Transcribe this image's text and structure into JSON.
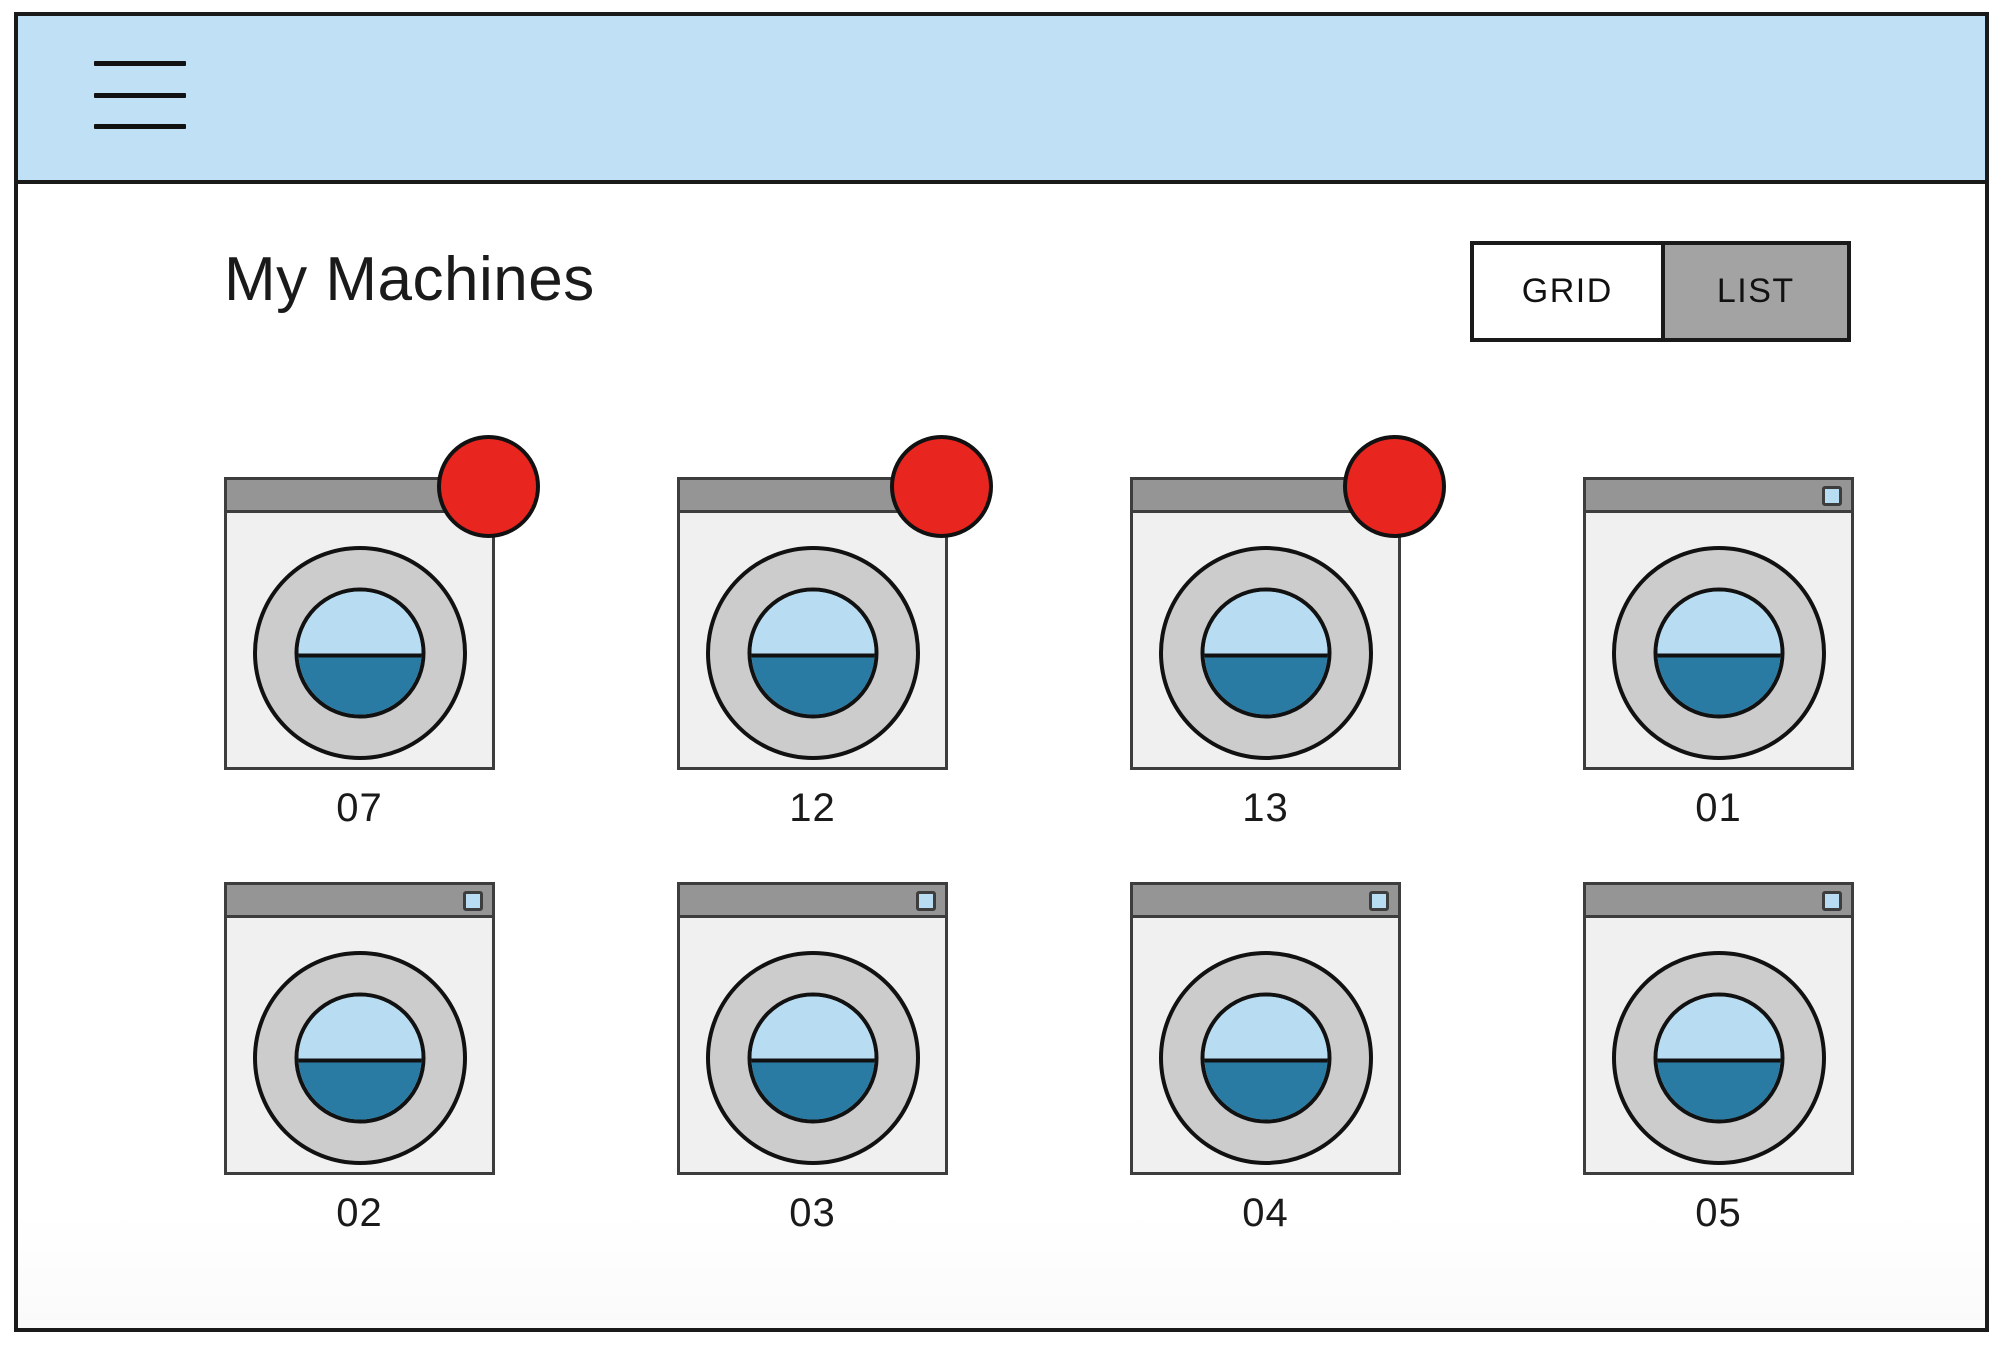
{
  "appbar": {
    "menu_icon": "hamburger-menu-icon"
  },
  "header": {
    "title": "My Machines"
  },
  "view_toggle": {
    "options": [
      {
        "label": "GRID",
        "active": false
      },
      {
        "label": "LIST",
        "active": true
      }
    ],
    "selected": "LIST"
  },
  "colors": {
    "appbar_bg": "#bfe0f5",
    "alert": "#e8251f",
    "machine_body": "#f0f0f0",
    "machine_header": "#959595",
    "drum_outer": "#cccccc",
    "water_top": "#b8ddf2",
    "water_bottom": "#2a7ba3",
    "toggle_active_bg": "#a3a3a3",
    "outline": "#1a1a1a"
  },
  "machines": {
    "rows": [
      [
        {
          "label": "07",
          "alert": true,
          "status_indicator": false
        },
        {
          "label": "12",
          "alert": true,
          "status_indicator": false
        },
        {
          "label": "13",
          "alert": true,
          "status_indicator": false
        },
        {
          "label": "01",
          "alert": false,
          "status_indicator": true
        }
      ],
      [
        {
          "label": "02",
          "alert": false,
          "status_indicator": true
        },
        {
          "label": "03",
          "alert": false,
          "status_indicator": true
        },
        {
          "label": "04",
          "alert": false,
          "status_indicator": true
        },
        {
          "label": "05",
          "alert": false,
          "status_indicator": true
        }
      ]
    ]
  }
}
